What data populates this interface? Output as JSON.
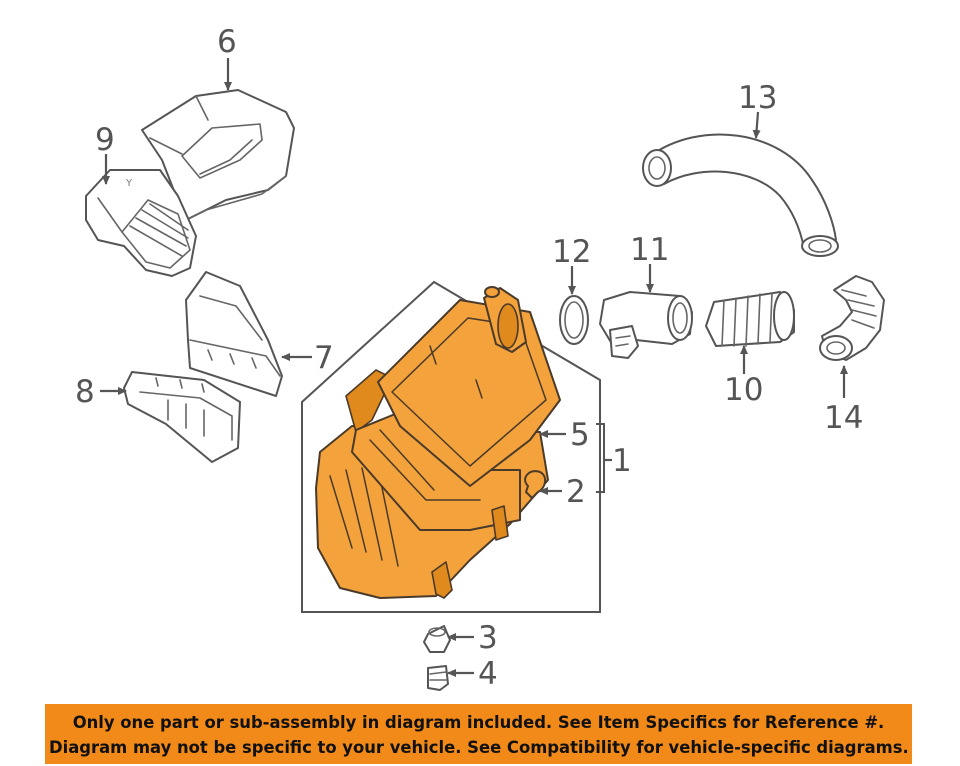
{
  "diagram": {
    "callouts": {
      "c1": "1",
      "c2": "2",
      "c3": "3",
      "c4": "4",
      "c5": "5",
      "c6": "6",
      "c7": "7",
      "c8": "8",
      "c9": "9",
      "c10": "10",
      "c11": "11",
      "c12": "12",
      "c13": "13",
      "c14": "14"
    },
    "colors": {
      "highlight": "#f4a23b",
      "banner": "#f28a1a",
      "line": "#555555"
    }
  },
  "banner": {
    "line1": "Only one part or sub-assembly in diagram included. See Item Specifics for Reference #.",
    "line2": "Diagram may not be specific to your vehicle. See Compatibility for vehicle-specific diagrams."
  }
}
